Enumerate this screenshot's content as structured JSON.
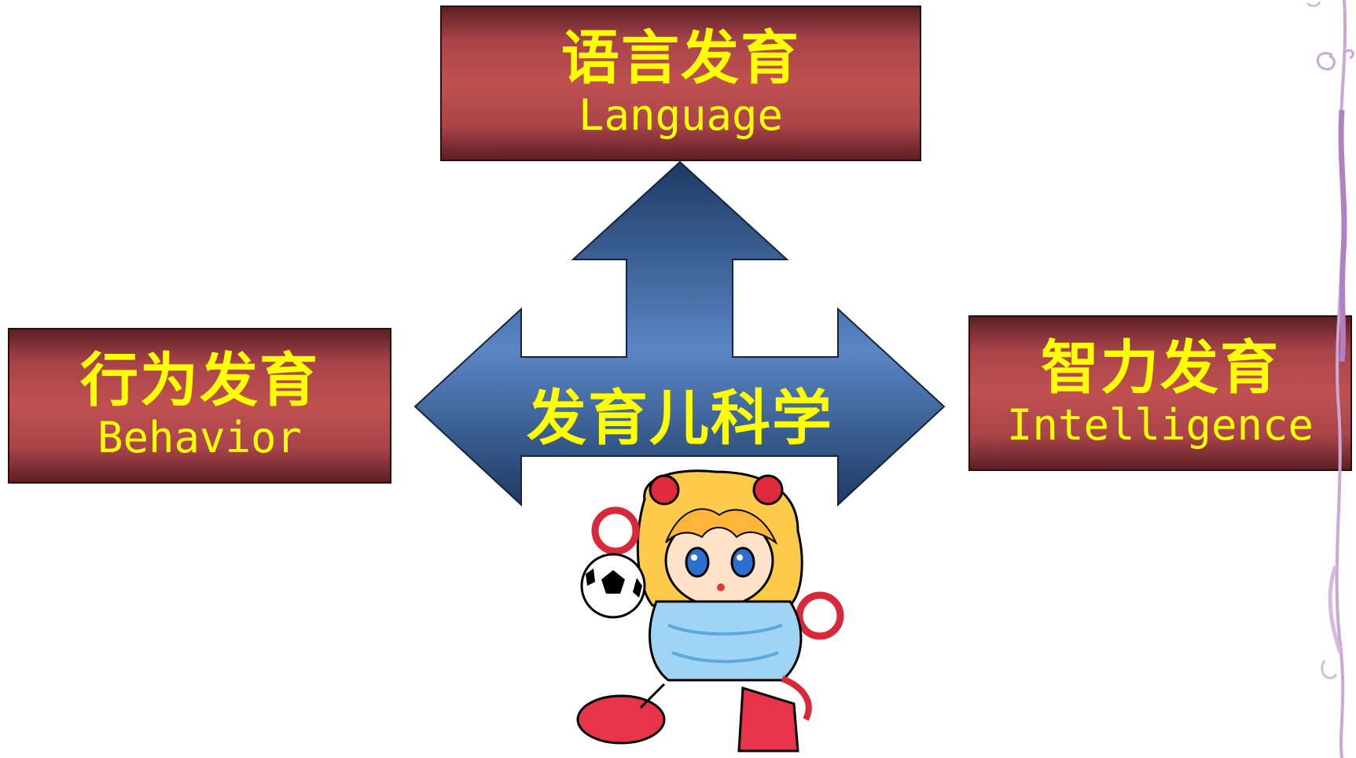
{
  "diagram": {
    "center": {
      "label": "发育儿科学"
    },
    "branches": [
      {
        "id": "language",
        "zh": "语言发育",
        "en": "Language"
      },
      {
        "id": "behavior",
        "zh": "行为发育",
        "en": "Behavior"
      },
      {
        "id": "intelligence",
        "zh": "智力发育",
        "en": "Intelligence"
      }
    ]
  },
  "colors": {
    "text_accent": "#ffff00",
    "box_fill": "#c05050",
    "box_dark": "#5c1f24",
    "arrow_fill_light": "#5a86c4",
    "arrow_fill_dark": "#1e3a63",
    "decor_stroke": "#c9a8d6"
  },
  "icons": {
    "mascot": "cartoon-girl-with-soccer-ball",
    "decor": "vine-border-decoration"
  }
}
